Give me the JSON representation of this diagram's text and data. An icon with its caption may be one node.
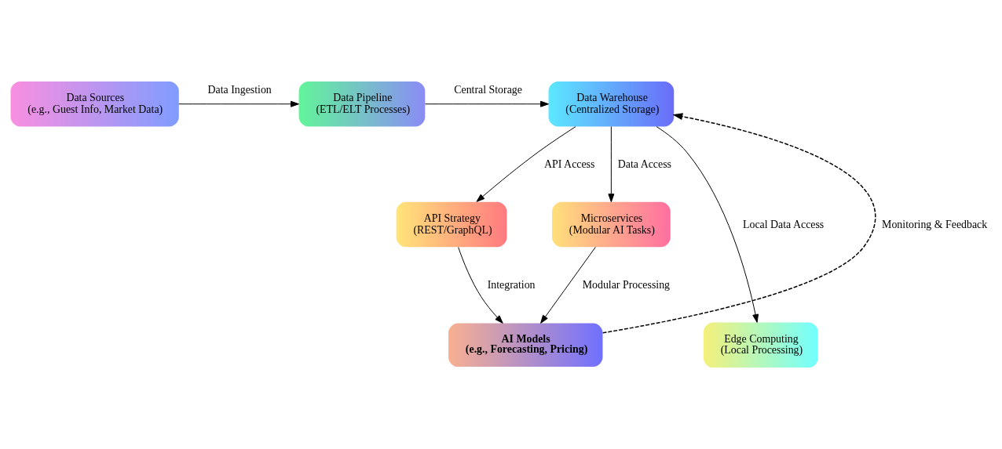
{
  "diagram": {
    "nodes": [
      {
        "text": [
          "Data Sources",
          "(e.g., Guest Info, Market Data)"
        ]
      },
      {
        "text": [
          "Data Pipeline",
          "(ETL/ELT Processes)"
        ]
      },
      {
        "text": [
          "Data Warehouse",
          "(Centralized Storage)"
        ]
      },
      {
        "text": [
          "API Strategy",
          "(REST/GraphQL)"
        ]
      },
      {
        "text": [
          "Microservices",
          "(Modular AI Tasks)"
        ]
      },
      {
        "text": [
          "Edge Computing",
          "(Local Processing)"
        ]
      },
      {
        "text": [
          "AI Models",
          "(e.g., Forecasting, Pricing)"
        ]
      }
    ],
    "edges": [
      {
        "from": 0,
        "to": 1,
        "arrow": "to",
        "label": "Data Ingestion"
      },
      {
        "from": 1,
        "to": 2,
        "arrow": "to",
        "label": "Central Storage"
      },
      {
        "from": 2,
        "to": 3,
        "arrow": "to",
        "label": "API Access"
      },
      {
        "from": 2,
        "to": 4,
        "arrow": "to",
        "label": "Data Access"
      },
      {
        "from": 2,
        "to": 5,
        "arrow": "to",
        "label": "Local Data Access"
      },
      {
        "from": 3,
        "to": 6,
        "arrow": "to",
        "label": "Integration"
      },
      {
        "from": 4,
        "to": 6,
        "arrow": "to",
        "label": "Modular Processing"
      },
      {
        "from": 6,
        "to": 2,
        "arrow": "to",
        "label": "Monitoring & Feedback",
        "style": "dashed"
      }
    ]
  }
}
